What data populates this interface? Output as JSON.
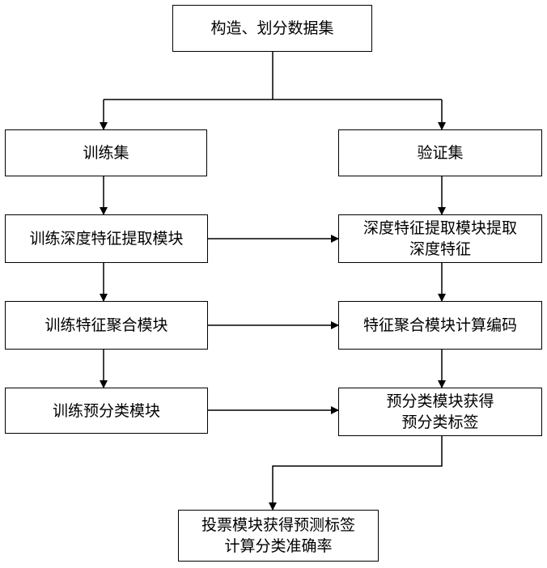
{
  "nodes": {
    "dataset": {
      "lines": [
        "构造、划分数据集"
      ]
    },
    "train_set": {
      "lines": [
        "训练集"
      ]
    },
    "val_set": {
      "lines": [
        "验证集"
      ]
    },
    "train_feature": {
      "lines": [
        "训练深度特征提取模块"
      ]
    },
    "extract_feature": {
      "lines": [
        "深度特征提取模块提取",
        "深度特征"
      ]
    },
    "train_aggregate": {
      "lines": [
        "训练特征聚合模块"
      ]
    },
    "aggregate_encode": {
      "lines": [
        "特征聚合模块计算编码"
      ]
    },
    "train_preclass": {
      "lines": [
        "训练预分类模块"
      ]
    },
    "preclass_label": {
      "lines": [
        "预分类模块获得",
        "预分类标签"
      ]
    },
    "vote": {
      "lines": [
        "投票模块获得预测标签",
        "计算分类准确率"
      ]
    }
  },
  "colors": {
    "stroke": "#000000",
    "background": "#ffffff",
    "text": "#000000"
  }
}
